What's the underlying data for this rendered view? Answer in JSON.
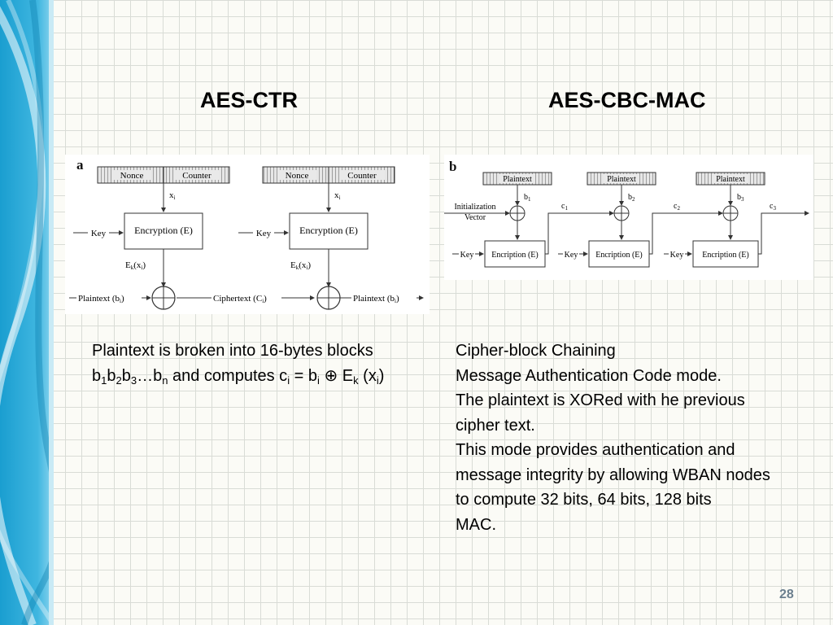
{
  "slide": {
    "page_number": "28",
    "titles": {
      "ctr": "AES-CTR",
      "cbc": "AES-CBC-MAC"
    }
  },
  "fig_a": {
    "letter": "a",
    "nonce": "Nonce",
    "counter": "Counter",
    "x_input": "x",
    "x_sub": "i",
    "key": "Key",
    "encryption": "Encryption (E)",
    "ek_main": "E",
    "ek_k": "k",
    "ek_arg": "(x",
    "ek_i": "i",
    "ek_close": ")",
    "pt_main": "Plaintext (b",
    "pt_sub": "i",
    "pt_close": ")",
    "ct_main": "Ciphertext (C",
    "ct_sub": "i",
    "ct_close": ")"
  },
  "fig_b": {
    "letter": "b",
    "plaintext": "Plaintext",
    "iv_line1": "Initialization",
    "iv_line2": "Vector",
    "key": "Key",
    "encryption": "Encription (E)",
    "b": "b",
    "c": "c",
    "idx": [
      "1",
      "2",
      "3"
    ]
  },
  "text_ctr": {
    "line1": "Plaintext is broken into 16-bytes blocks",
    "b": "b",
    "i1": "1",
    "i2": "2",
    "i3": "3",
    "ellipsis": "…",
    "in": "n",
    "mid": " and computes c",
    "ci": "i",
    "eq": " = b",
    "bi": "i",
    "xor": " ⊕ E",
    "ek": "k",
    "arg": " (x",
    "xi": "i",
    "close": ")"
  },
  "text_cbc": {
    "lines": [
      "Cipher-block Chaining",
      "Message Authentication Code mode.",
      "The plaintext is XORed with he previous",
      "cipher text.",
      "This mode provides authentication and",
      "message integrity by allowing WBAN nodes",
      "to compute 32 bits, 64 bits, 128 bits",
      "MAC."
    ]
  }
}
